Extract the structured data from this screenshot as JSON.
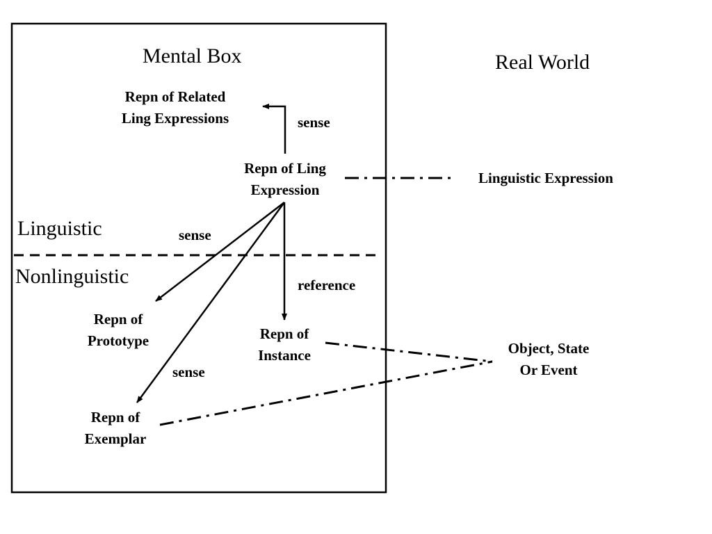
{
  "regions": {
    "mental_box": "Mental Box",
    "real_world": "Real World",
    "linguistic": "Linguistic",
    "nonlinguistic": "Nonlinguistic"
  },
  "nodes": {
    "related_ling": [
      "Repn of Related",
      "Ling Expressions"
    ],
    "ling_expression_repn": [
      "Repn of Ling",
      "Expression"
    ],
    "linguistic_expression": "Linguistic Expression",
    "prototype": [
      "Repn of",
      "Prototype"
    ],
    "instance": [
      "Repn of",
      "Instance"
    ],
    "exemplar": [
      "Repn of",
      "Exemplar"
    ],
    "object_state_event": [
      "Object, State",
      "Or Event"
    ]
  },
  "edges": {
    "sense_related": "sense",
    "sense_prototype": "sense",
    "sense_exemplar": "sense",
    "reference_instance": "reference"
  }
}
